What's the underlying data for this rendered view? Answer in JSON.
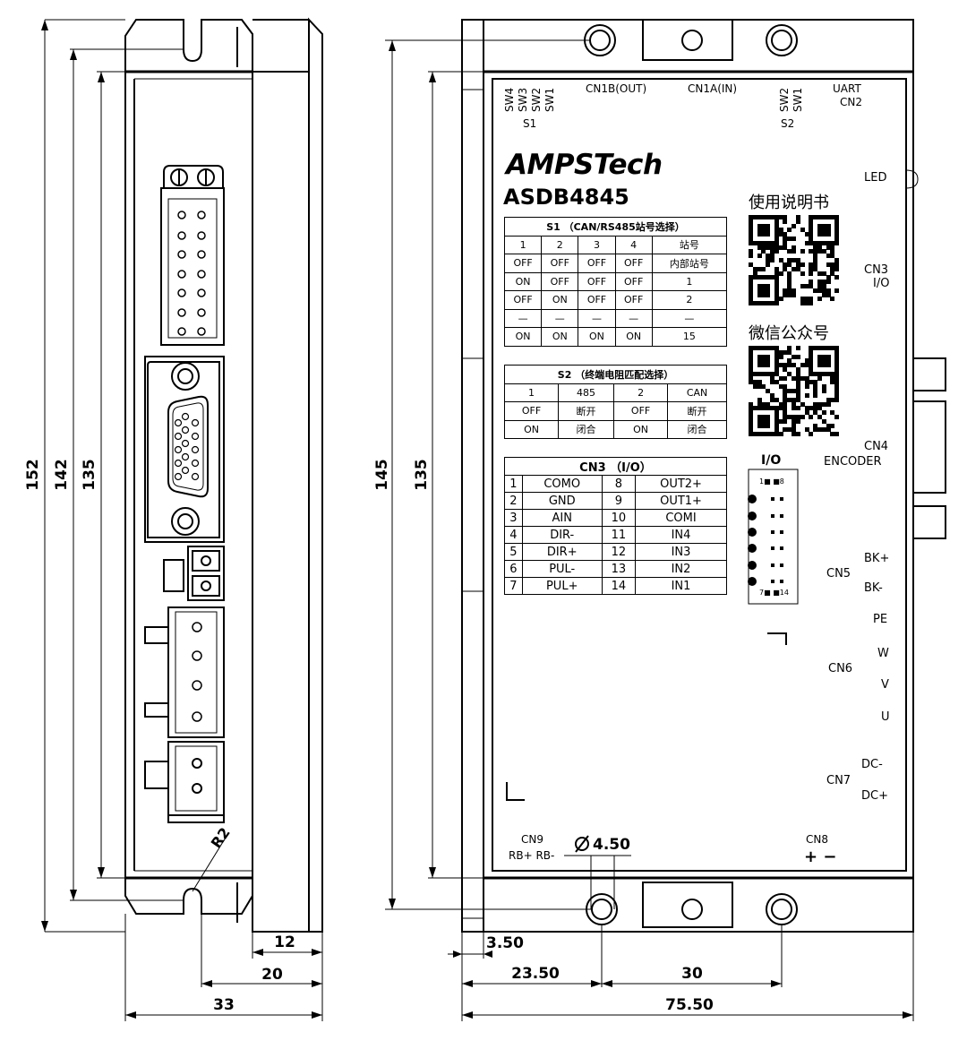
{
  "left_view": {
    "dims": [
      "152",
      "142",
      "135",
      "12",
      "20",
      "33"
    ],
    "radius_label": "R2"
  },
  "front_view": {
    "brand": "AMPSTech",
    "model": "ASDB4845",
    "top_labels": {
      "s1_switches": [
        "SW4",
        "SW3",
        "SW2",
        "SW1"
      ],
      "s1": "S1",
      "cn1b": "CN1B(OUT)",
      "cn1a": "CN1A(IN)",
      "s2_switches": [
        "SW2",
        "SW1"
      ],
      "s2": "S2",
      "uart": "UART",
      "cn2": "CN2"
    },
    "right_labels": {
      "led": "LED",
      "cn3": "CN3",
      "io": "I/O",
      "cn4": "CN4",
      "encoder": "ENCODER",
      "bk_plus": "BK+",
      "cn5": "CN5",
      "bk_minus": "BK-",
      "pe": "PE",
      "w": "W",
      "cn6": "CN6",
      "v": "V",
      "u": "U",
      "dc_minus": "DC-",
      "cn7": "CN7",
      "dc_plus": "DC+"
    },
    "bottom_labels": {
      "cn9": "CN9",
      "rb": "RB+ RB-",
      "cn8": "CN8",
      "pm": "+ −",
      "hole": "4.50"
    },
    "manual_label": "使用说明书",
    "wechat_label": "微信公众号",
    "io_label": "I/O",
    "io_pin_top": "1■ ■8",
    "io_pin_bottom": "7■ ■14",
    "dims": [
      "145",
      "135",
      "3.50",
      "23.50",
      "30",
      "75.50"
    ]
  },
  "table_s1": {
    "title": "S1 （CAN/RS485站号选择）",
    "header": [
      "1",
      "2",
      "3",
      "4",
      "站号"
    ],
    "rows": [
      [
        "OFF",
        "OFF",
        "OFF",
        "OFF",
        "内部站号"
      ],
      [
        "ON",
        "OFF",
        "OFF",
        "OFF",
        "1"
      ],
      [
        "OFF",
        "ON",
        "OFF",
        "OFF",
        "2"
      ],
      [
        "—",
        "—",
        "—",
        "—",
        "—"
      ],
      [
        "ON",
        "ON",
        "ON",
        "ON",
        "15"
      ]
    ]
  },
  "table_s2": {
    "title": "S2 （终端电阻匹配选择）",
    "header": [
      "1",
      "485",
      "2",
      "CAN"
    ],
    "rows": [
      [
        "OFF",
        "断开",
        "OFF",
        "断开"
      ],
      [
        "ON",
        "闭合",
        "ON",
        "闭合"
      ]
    ]
  },
  "table_cn3": {
    "title": "CN3 （I/O）",
    "rows": [
      [
        "1",
        "COMO",
        "8",
        "OUT2+"
      ],
      [
        "2",
        "GND",
        "9",
        "OUT1+"
      ],
      [
        "3",
        "AIN",
        "10",
        "COMI"
      ],
      [
        "4",
        "DIR-",
        "11",
        "IN4"
      ],
      [
        "5",
        "DIR+",
        "12",
        "IN3"
      ],
      [
        "6",
        "PUL-",
        "13",
        "IN2"
      ],
      [
        "7",
        "PUL+",
        "14",
        "IN1"
      ]
    ]
  }
}
